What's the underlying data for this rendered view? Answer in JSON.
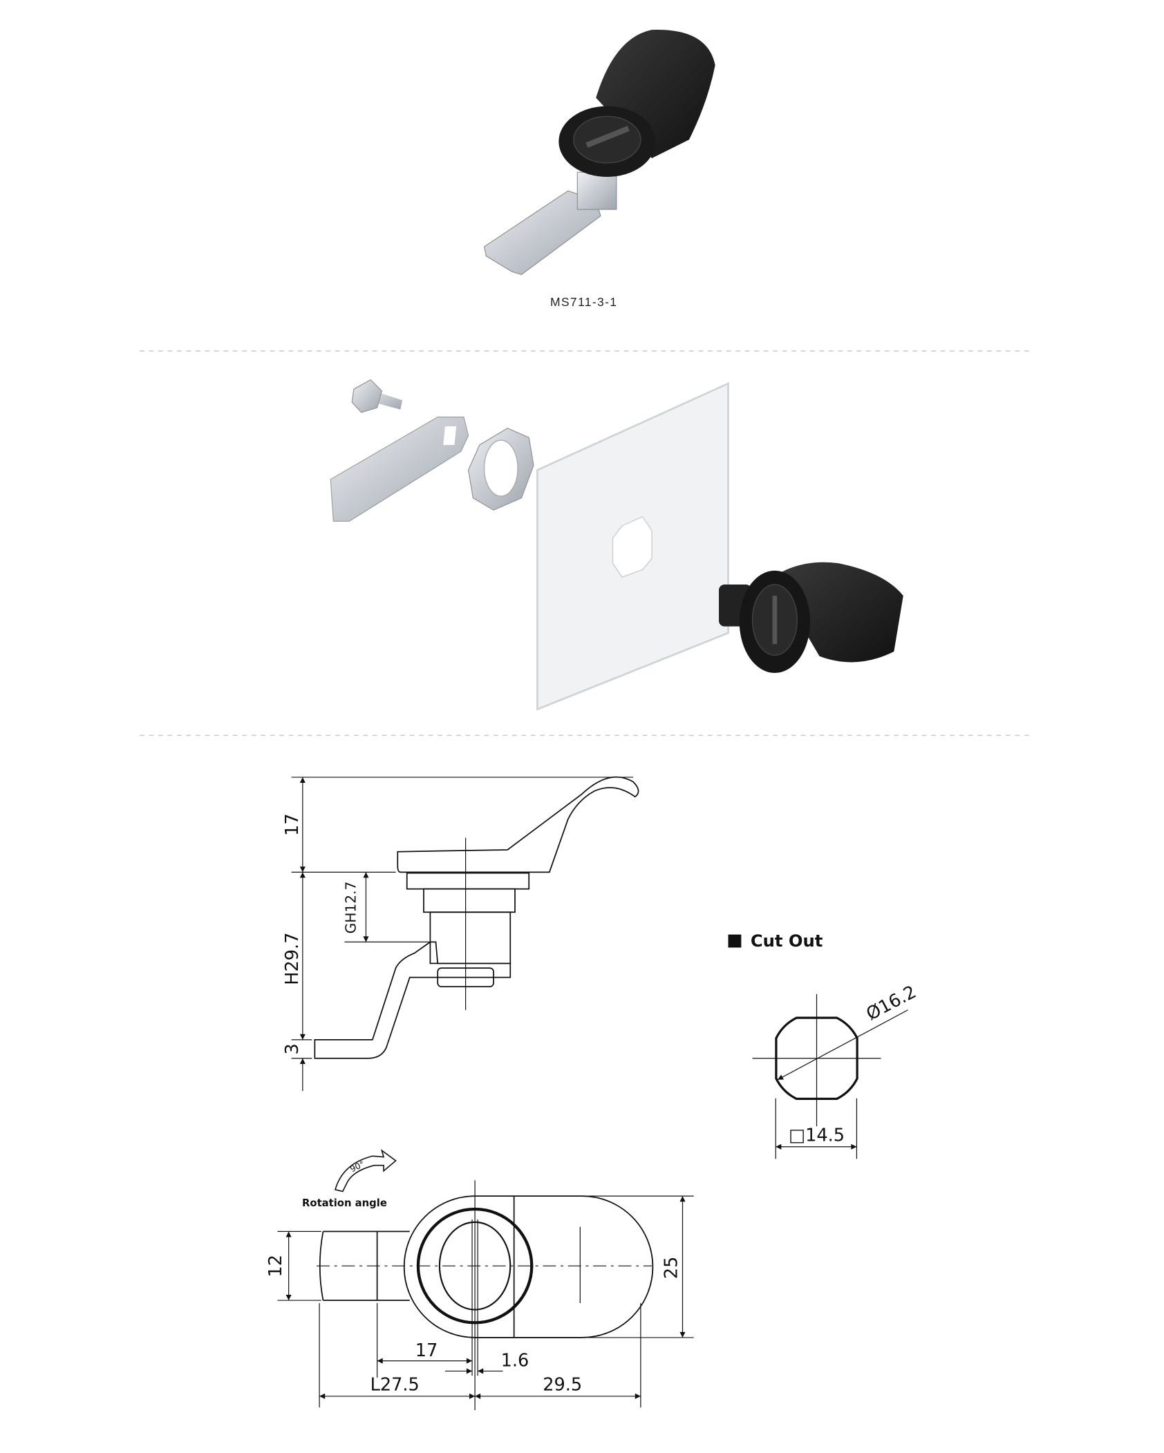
{
  "product": {
    "model": "MS711-3-1"
  },
  "side_view": {
    "dim_handle_height": "17",
    "dim_grip": "GH12.7",
    "dim_height": "H29.7",
    "dim_cam_thickness": "3"
  },
  "cut_out": {
    "title": "Cut Out",
    "diameter": "Ø16.2",
    "square": "□14.5"
  },
  "top_view": {
    "rotation_angle": "90°",
    "rotation_label": "Rotation angle",
    "dim_cam_width": "12",
    "dim_body_width": "25",
    "dim_cam_offset": "17",
    "dim_slot": "1.6",
    "dim_cam_length": "L27.5",
    "dim_body_length": "29.5"
  },
  "colors": {
    "lock_body": "#1e1e1e",
    "zinc": "#c8ccd2",
    "panel": "#eef0f2"
  }
}
